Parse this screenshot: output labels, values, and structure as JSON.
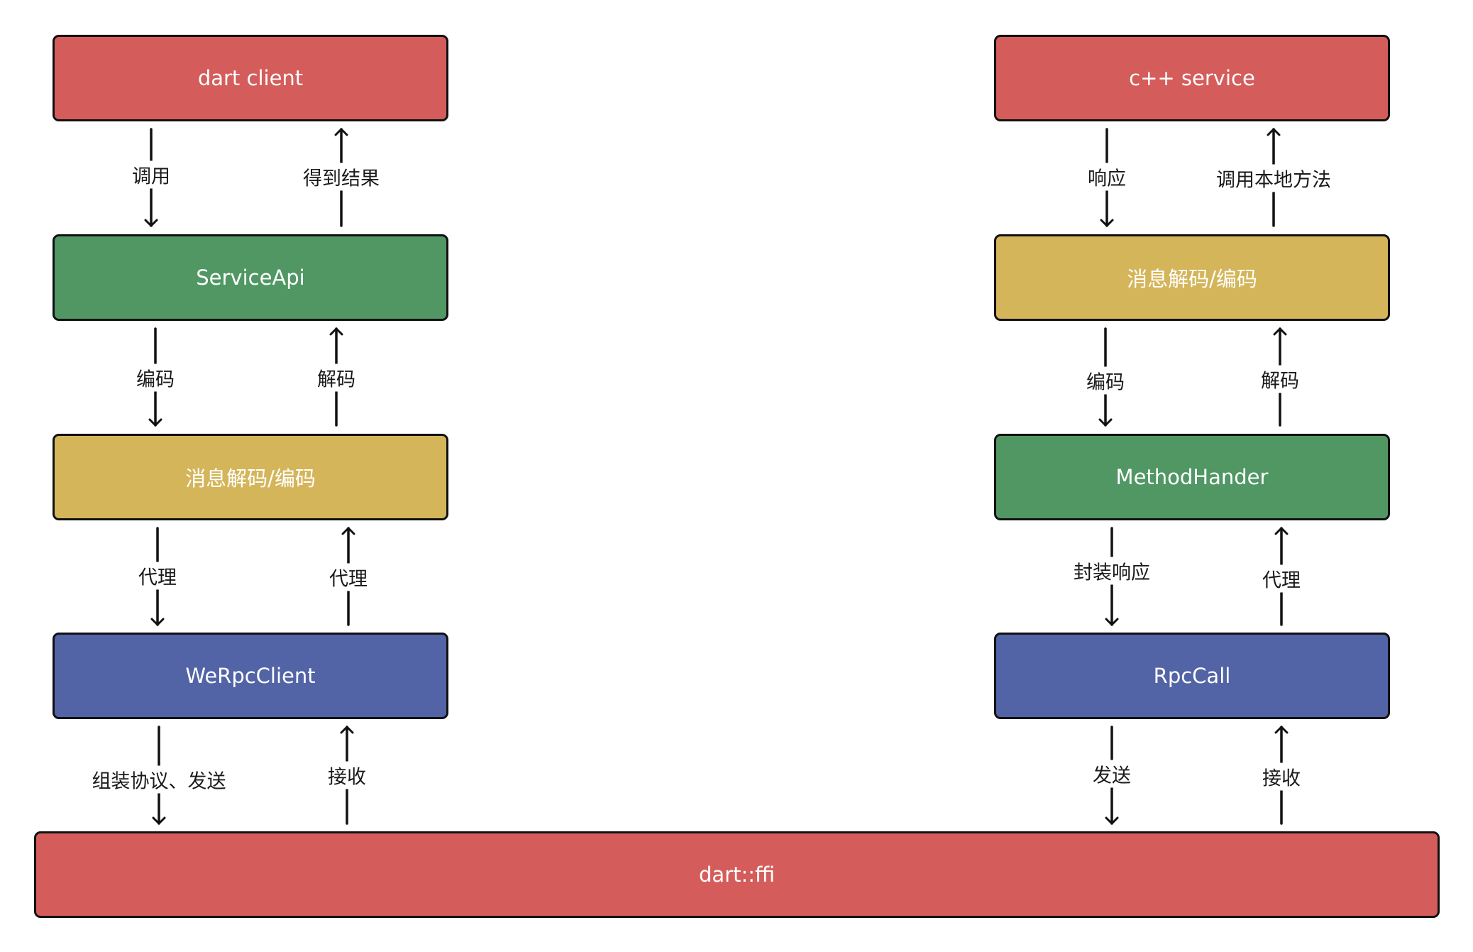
{
  "colors": {
    "red": "#D45D5C",
    "green": "#509764",
    "yellow": "#D4B55A",
    "blue": "#5263A6",
    "stroke": "#111111",
    "background": "#FFFFFF"
  },
  "left": {
    "dart_client": "dart client",
    "service_api": "ServiceApi",
    "codec": "消息解码/编码",
    "werpc_client": "WeRpcClient",
    "edges": {
      "call": "调用",
      "get_result": "得到结果",
      "encode": "编码",
      "decode": "解码",
      "proxy_down": "代理",
      "proxy_up": "代理",
      "assemble_send": "组装协议、发送",
      "receive": "接收"
    }
  },
  "right": {
    "cpp_service": "c++ service",
    "codec": "消息解码/编码",
    "method_handler": "MethodHander",
    "rpc_call": "RpcCall",
    "edges": {
      "respond": "响应",
      "call_local": "调用本地方法",
      "encode": "编码",
      "decode": "解码",
      "wrap_response": "封装响应",
      "proxy": "代理",
      "send": "发送",
      "receive": "接收"
    }
  },
  "bottom": {
    "dart_ffi": "dart::ffi"
  }
}
